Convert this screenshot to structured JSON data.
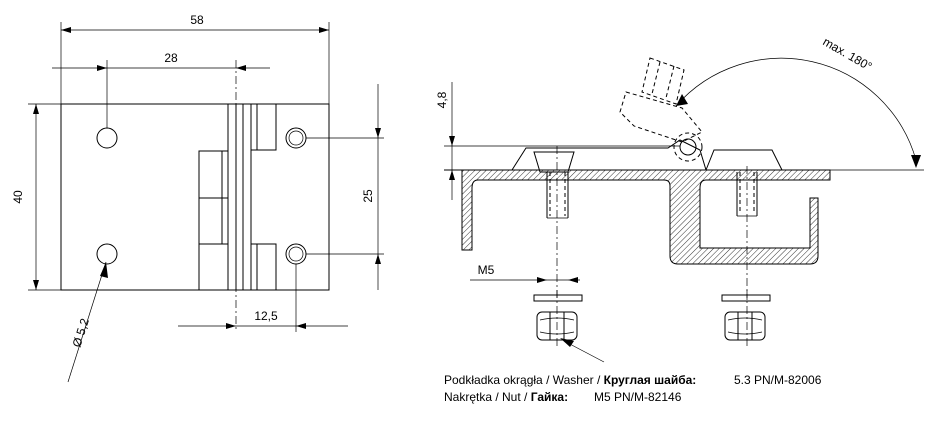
{
  "top_view": {
    "dim_overall_width": "58",
    "dim_half_width": "28",
    "dim_height": "40",
    "dim_hole_spacing": "25",
    "dim_hole_offset": "12,5",
    "dim_hole_diameter": "Ø 5,2"
  },
  "side_view": {
    "dim_thickness": "4,8",
    "dim_max_angle": "max. 180°",
    "dim_thread": "M5"
  },
  "caption": {
    "line1_pl_en": "Podkładka okrągła / Washer / ",
    "line1_ru": "Круглая шайба:",
    "line1_std": "5.3 PN/M-82006",
    "line2_pl_en": "Nakrętka / Nut / ",
    "line2_ru": "Гайка:",
    "line2_std": "M5 PN/M-82146"
  }
}
